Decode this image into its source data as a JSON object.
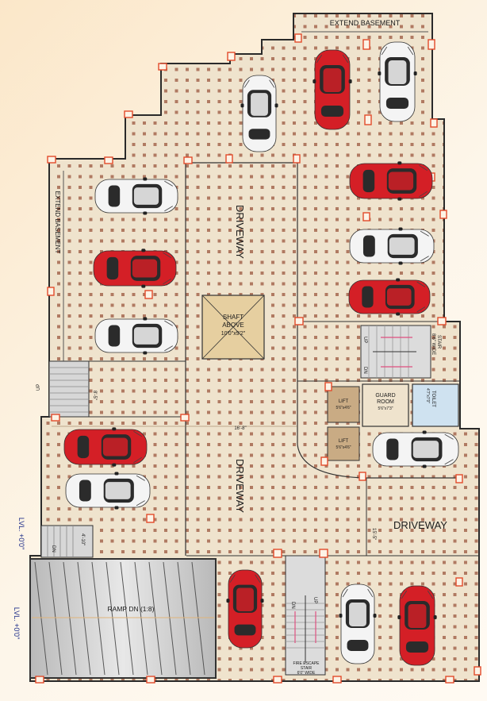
{
  "labels": {
    "extend_basement_top": "EXTEND BASEMENT",
    "extend_basement_left": "EXTEND BASEMENT",
    "driveway_1": "DRIVEWAY",
    "driveway_2": "DRIVEWAY",
    "driveway_3": "DRIVEWAY",
    "shaft_line1": "SHAFT",
    "shaft_line2": "ABOVE",
    "shaft_line3": "10'0\"x9'2\"",
    "stair_title": "STAIR",
    "stair_width": "8'6\" WIDE",
    "stair_up": "UP",
    "stair_dn": "DN",
    "guard_room": "GUARD",
    "guard_room_2": "ROOM",
    "guard_room_size": "5'6\"x7'3\"",
    "toilet": "TOILET",
    "toilet_size": "4'7\"x7'0\"",
    "lift_1": "LIFT",
    "lift_1_size": "5'6\"x4'6\"",
    "lift_2": "LIFT",
    "lift_2_size": "5'6\"x4'6\"",
    "ramp": "RAMP DN (1:8)",
    "lvl_1": "LVL. +0'0\"",
    "lvl_2": "LVL. +0'0\"",
    "fire_escape_1": "FIRE ESCAPE",
    "fire_escape_2": "STAIR",
    "fire_escape_3": "6'0\" WIDE",
    "dim_16_8": "16'-8\"",
    "dim_15_5": "15'-5\"",
    "dim_8_5": "8'-5\"",
    "dim_4_10": "4'-10\"",
    "left_stair_up": "UP",
    "left_stair_dn": "DN",
    "fire_stair_up": "UP",
    "fire_stair_dn": "DN"
  },
  "colors": {
    "floor": "#efe3cd",
    "tile_dot": "#b07a62",
    "wall": "#2a2a2a",
    "column": "#e24a2a",
    "car_red": "#d41f26",
    "car_white": "#f4f4f4",
    "lift_fill": "#c9ab84",
    "shaft_fill": "#e6cfa0"
  }
}
